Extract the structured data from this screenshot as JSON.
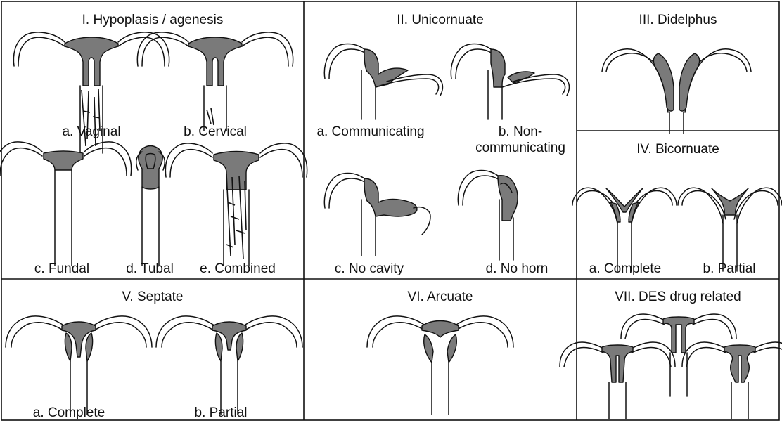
{
  "panels": {
    "p1": {
      "title": "I. Hypoplasis / agenesis",
      "labels": {
        "a": "a. Vaginal",
        "b": "b. Cervical",
        "c": "c. Fundal",
        "d": "d. Tubal",
        "e": "e. Combined"
      }
    },
    "p2": {
      "title": "II. Unicornuate",
      "labels": {
        "a": "a. Communicating",
        "b1": "b. Non-",
        "b2": "communicating",
        "c": "c. No cavity",
        "d": "d. No horn"
      }
    },
    "p3": {
      "title": "III. Didelphus"
    },
    "p4": {
      "title": "IV. Bicornuate",
      "labels": {
        "a": "a. Complete",
        "b": "b. Partial"
      }
    },
    "p5": {
      "title": "V. Septate",
      "labels": {
        "a": "a. Complete",
        "b": "b. Partial"
      }
    },
    "p6": {
      "title": "VI. Arcuate"
    },
    "p7": {
      "title": "VII. DES drug related"
    }
  },
  "colors": {
    "cavity_fill": "#7a7a7a",
    "outline": "#111111",
    "background": "#ffffff"
  }
}
